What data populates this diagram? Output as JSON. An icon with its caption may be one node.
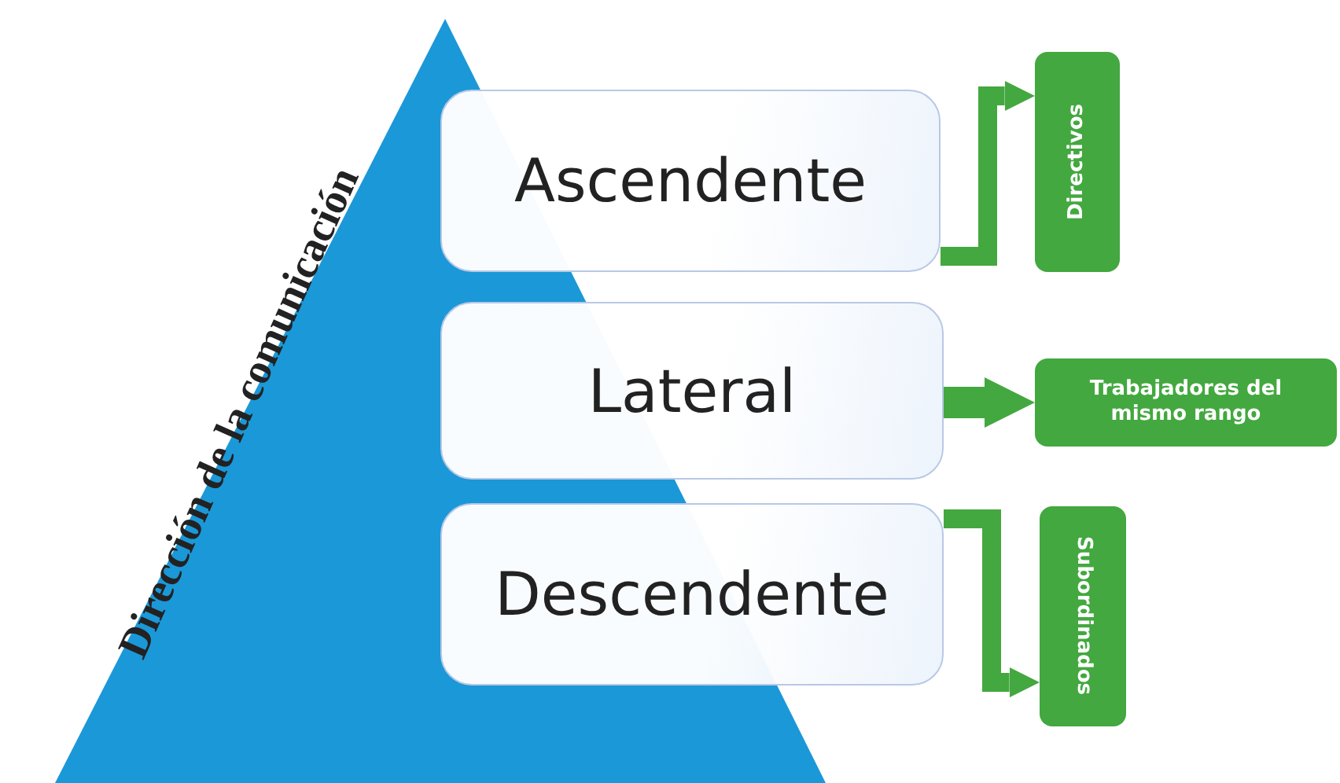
{
  "diagram": {
    "nodes": [
      {
        "text": [
          "Ascendente"
        ]
      },
      {
        "text": [
          "Lateral"
        ]
      },
      {
        "text": [
          "Descendente"
        ]
      },
      {
        "text": [
          "Directivos"
        ]
      },
      {
        "text": [
          "Trabajadores del mismo rango"
        ]
      },
      {
        "text": [
          "Subordinados"
        ]
      }
    ],
    "edges": [
      {
        "from": 0,
        "to": 3,
        "arrow": "to"
      },
      {
        "from": 1,
        "to": 4,
        "arrow": "to"
      },
      {
        "from": 2,
        "to": 5,
        "arrow": "to"
      }
    ],
    "labels": [
      "Dirección de la comunicación"
    ]
  }
}
